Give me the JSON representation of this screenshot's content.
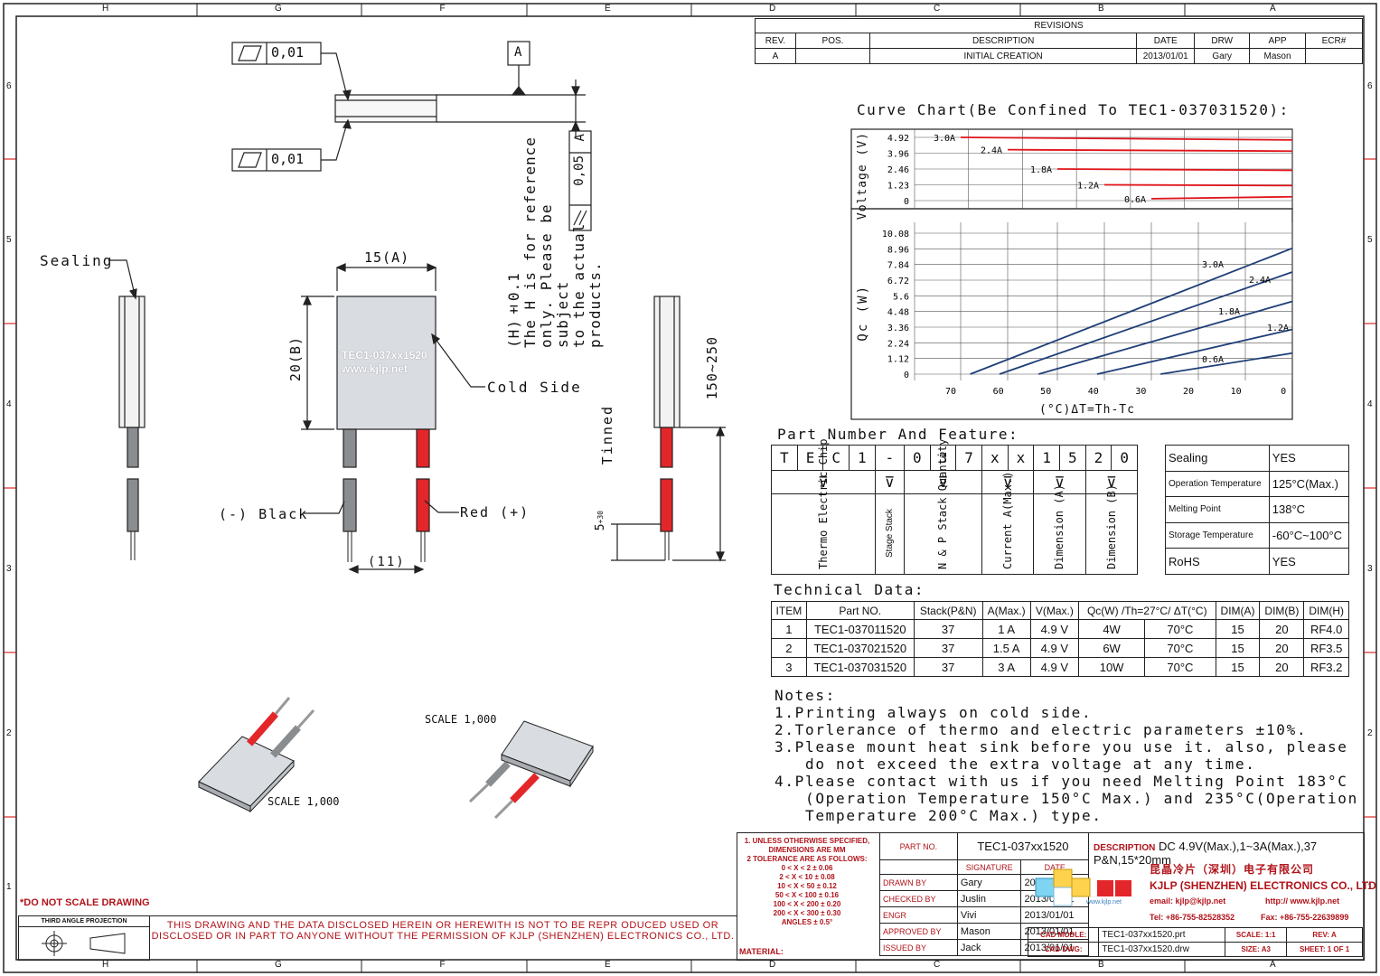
{
  "border": {
    "cols": [
      "H",
      "G",
      "F",
      "E",
      "D",
      "C",
      "B",
      "A"
    ],
    "rows": [
      "6",
      "5",
      "4",
      "3",
      "2",
      "1"
    ]
  },
  "revisions": {
    "title": "REVISIONS",
    "headers": [
      "REV.",
      "POS.",
      "DESCRIPTION",
      "DATE",
      "DRW",
      "APP",
      "ECR#"
    ],
    "row": [
      "A",
      "",
      "INITIAL CREATION",
      "2013/01/01",
      "Gary",
      "Mason",
      ""
    ]
  },
  "gdt": {
    "flat_top": "0,01",
    "flat_bottom": "0,01",
    "datum": "A",
    "parallel_value": "0,05",
    "parallel_datum": "A"
  },
  "dims": {
    "width": "15(A)",
    "height": "20(B)",
    "pin_spacing": "(11)",
    "lead_length": "150~250",
    "tinned": "Tinned",
    "tinned_tol": "5",
    "tinned_tol_up": "+3",
    "tinned_tol_down": "0"
  },
  "h_note": [
    "(H)±0.1",
    "The H is for reference",
    "only. Please be subject",
    "to the actual products."
  ],
  "labels": {
    "sealing": "Sealing",
    "cold_side": "Cold Side",
    "black": "(-) Black",
    "red": "Red (+)",
    "module_print_1": "TEC1-037xx1520",
    "module_print_2": "www.kjlp.net",
    "scale_1": "SCALE  1,000",
    "scale_2": "SCALE  1,000"
  },
  "curve_title": "Curve Chart(Be Confined To TEC1-037031520):",
  "chart_data": [
    {
      "type": "line",
      "title": "",
      "ylabel": "Voltage (V)",
      "xlabel": "",
      "y_ticks": [
        "4.92",
        "3.96",
        "2.46",
        "1.23",
        "0"
      ],
      "x_ticks": [
        "70",
        "60",
        "50",
        "40",
        "30",
        "20",
        "10",
        "0"
      ],
      "ylim": [
        0,
        4.92
      ],
      "xlim": [
        70,
        0
      ],
      "series": [
        {
          "name": "3.0A",
          "x": [
            70,
            0
          ],
          "y": [
            4.92,
            4.72
          ]
        },
        {
          "name": "2.4A",
          "x": [
            70,
            0
          ],
          "y": [
            3.96,
            3.85
          ]
        },
        {
          "name": "1.8A",
          "x": [
            70,
            0
          ],
          "y": [
            2.46,
            2.36
          ]
        },
        {
          "name": "1.2A",
          "x": [
            70,
            0
          ],
          "y": [
            1.23,
            1.17
          ]
        },
        {
          "name": "0.6A",
          "x": [
            70,
            0
          ],
          "y": [
            0.15,
            0.3
          ]
        }
      ],
      "grid": true
    },
    {
      "type": "line",
      "title": "",
      "ylabel": "Qc (W)",
      "xlabel": "(°C)ΔT=Th-Tc",
      "y_ticks": [
        "10.08",
        "8.96",
        "7.84",
        "6.72",
        "5.6",
        "4.48",
        "3.36",
        "2.24",
        "1.12",
        "0"
      ],
      "x_ticks": [
        "70",
        "60",
        "50",
        "40",
        "30",
        "20",
        "10",
        "0"
      ],
      "ylim": [
        0,
        10.08
      ],
      "xlim": [
        70,
        0
      ],
      "series": [
        {
          "name": "3.0A",
          "x": [
            66,
            0
          ],
          "y": [
            0,
            9.0
          ]
        },
        {
          "name": "2.4A",
          "x": [
            60,
            0
          ],
          "y": [
            0,
            7.3
          ]
        },
        {
          "name": "1.8A",
          "x": [
            52,
            0
          ],
          "y": [
            0,
            5.2
          ]
        },
        {
          "name": "1.2A",
          "x": [
            40,
            0
          ],
          "y": [
            0,
            3.2
          ]
        },
        {
          "name": "0.6A",
          "x": [
            27,
            0
          ],
          "y": [
            0,
            1.5
          ]
        }
      ],
      "grid": true
    }
  ],
  "part_title": "Part Number And Feature:",
  "part_chars": [
    "T",
    "E",
    "C",
    "1",
    "-",
    "0",
    "3",
    "7",
    "x",
    "x",
    "1",
    "5",
    "2",
    "0"
  ],
  "part_groups": [
    "Thermo Electric Chip",
    "Stage Stack",
    "N & P Stack Quantity",
    "Current A(Max.)",
    "Dimension (A)",
    "Dimension (B)"
  ],
  "features": [
    [
      "Sealing",
      "YES"
    ],
    [
      "Operation Temperature",
      "125°C(Max.)"
    ],
    [
      "Melting Point",
      "138°C"
    ],
    [
      "Storage Temperature",
      "-60°C~100°C"
    ],
    [
      "RoHS",
      "YES"
    ]
  ],
  "tech_title": "Technical Data:",
  "tech_headers": [
    "ITEM",
    "Part NO.",
    "Stack(P&N)",
    "A(Max.)",
    "V(Max.)",
    "Qc(W) /Th=27°C/ ΔT(°C)",
    "",
    "DIM(A)",
    "DIM(B)",
    "DIM(H)"
  ],
  "tech_rows": [
    [
      "1",
      "TEC1-037011520",
      "37",
      "1 A",
      "4.9 V",
      "4W",
      "70°C",
      "15",
      "20",
      "RF4.0"
    ],
    [
      "2",
      "TEC1-037021520",
      "37",
      "1.5 A",
      "4.9 V",
      "6W",
      "70°C",
      "15",
      "20",
      "RF3.5"
    ],
    [
      "3",
      "TEC1-037031520",
      "37",
      "3 A",
      "4.9 V",
      "10W",
      "70°C",
      "15",
      "20",
      "RF3.2"
    ]
  ],
  "notes": [
    "Notes:",
    "1.Printing always on cold side.",
    "2.Torlerance of thermo and electric parameters ±10%.",
    "3.Please mount heat sink before you use it. also, please",
    "   do not exceed the extra voltage at any time.",
    "4.Please contact with us if you need Melting Point 183°C",
    "   (Operation Temperature 150°C Max.) and 235°C(Operation",
    "   Temperature 200°C Max.) type."
  ],
  "title_block": {
    "tolerance": [
      "1. UNLESS OTHERWISE SPECIFIED,",
      "DIMENSIONS ARE MM",
      "2 TOLERANCE ARE AS FOLLOWS:",
      "0 < X <  2  ± 0.06",
      "2 < X < 10  ± 0.08",
      "10 < X < 50  ± 0.12",
      "50 < X < 100  ± 0.16",
      "100 < X < 200  ± 0.20",
      "200 < X < 300  ± 0.30",
      "ANGLES ± 0.5°"
    ],
    "part_no_label": "PART NO.",
    "part_no": "TEC1-037xx1520",
    "desc_label": "DESCRIPTION",
    "desc": "DC 4.9V(Max.),1~3A(Max.),37 P&N,15*20mm",
    "sig_label": "SIGNATURE",
    "date_label": "DATE",
    "people": [
      [
        "DRAWN BY",
        "Gary",
        "2013/01/01"
      ],
      [
        "CHECKED BY",
        "Juslin",
        "2013/01/01"
      ],
      [
        "ENGR",
        "Vivi",
        "2013/01/01"
      ],
      [
        "APPROVED BY",
        "Mason",
        "2013/01/01"
      ],
      [
        "ISSUED BY",
        "Jack",
        "2013/01/01"
      ]
    ],
    "company_cn": "昆晶冷片（深圳）电子有限公司",
    "company_en": "KJLP (SHENZHEN) ELECTRONICS CO., LTD",
    "email": "email: kjlp@kjlp.net",
    "web": "http:// www.kjlp.net",
    "tel": "Tel: +86-755-82528352",
    "fax": "Fax: +86-755-22639899",
    "logo_text": "www.kjlp.net",
    "cad_model_label": "CAD MODLE:",
    "cad_model": "TEC1-037xx1520.prt",
    "cad_dwg_label": "CAD DWG:",
    "cad_dwg": "TEC1-037xx1520.drw",
    "scale_label": "SCALE: 1:1",
    "rev_label": "REV: A",
    "size_label": "SIZE: A3",
    "sheet_label": "SHEET: 1 OF 1",
    "material_label": "MATERIAL:",
    "disclaimer": "THIS DRAWING AND THE DATA DISCLOSED HEREIN OR HEREWITH IS NOT TO BE REPR ODUCED USED OR DISCLOSED OR IN PART TO ANYONE WITHOUT THE PERMISSION OF KJLP (SHENZHEN) ELECTRONICS CO., LTD.",
    "no_scale": "*DO NOT SCALE DRAWING",
    "projection": "THIRD ANGLE PROJECTION"
  },
  "colors": {
    "red_line": "#e0151b",
    "blue_line": "#1f3f78",
    "wire_red": "#e3262a",
    "module": "#d9dce0"
  }
}
